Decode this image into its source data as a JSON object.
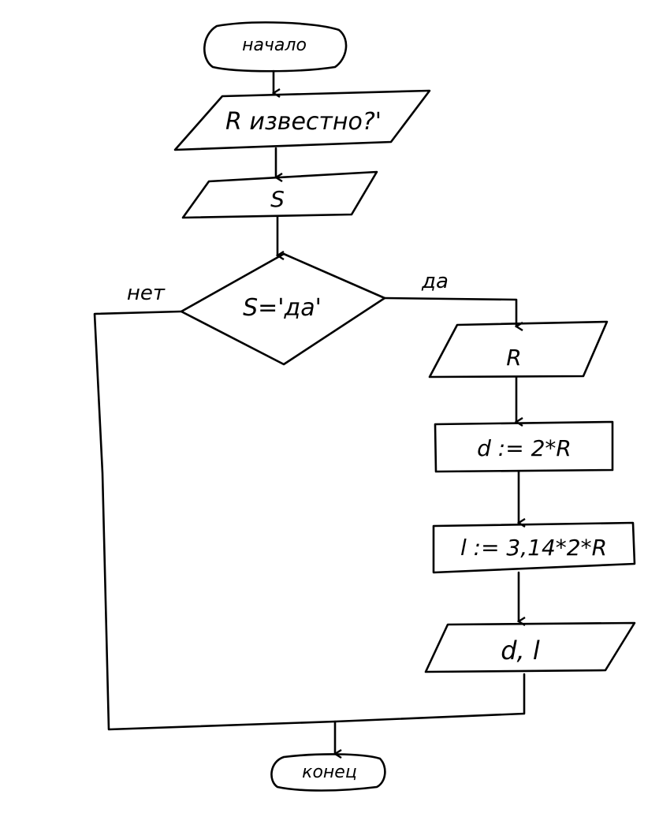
{
  "flowchart": {
    "start": "начало",
    "prompt": "R известно?'",
    "input_s": "S",
    "decision": "S='да'",
    "branch_no": "нет",
    "branch_yes": "да",
    "input_r": "R",
    "calc_d": "d := 2*R",
    "calc_l": "l := 3,14*2*R",
    "output": "d, l",
    "end": "конец"
  },
  "colors": {
    "ink": "#000000",
    "background": "#ffffff"
  }
}
